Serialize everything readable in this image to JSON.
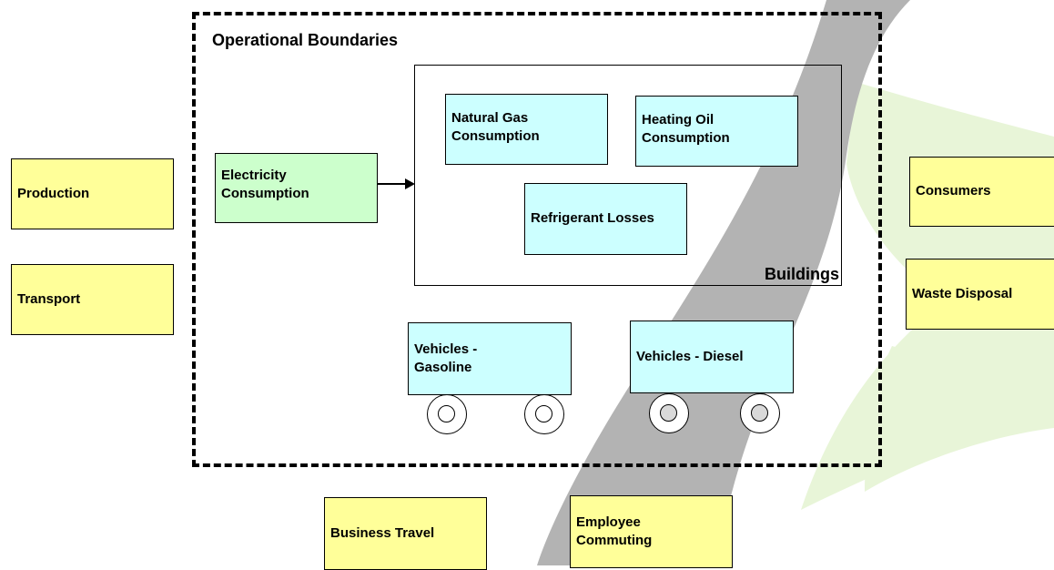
{
  "diagram": {
    "boundary_title": "Operational Boundaries",
    "buildings_label": "Buildings",
    "electricity": "Electricity\nConsumption",
    "natural_gas": "Natural Gas\nConsumption",
    "heating_oil": "Heating Oil\nConsumption",
    "refrigerant": "Refrigerant Losses",
    "vehicle_gasoline": "Vehicles -\nGasoline",
    "vehicle_diesel": "Vehicles - Diesel",
    "production": "Production",
    "transport": "Transport",
    "consumers": "Consumers",
    "waste_disposal": "Waste Disposal",
    "business_travel": "Business Travel",
    "employee_commuting": "Employee\nCommuting"
  },
  "colors": {
    "outside_box": "#ffff99",
    "building_item": "#ccffff",
    "electricity": "#ccffcc",
    "watermark_grey": "#b3b3b3",
    "watermark_green": "#e8f5d8"
  }
}
